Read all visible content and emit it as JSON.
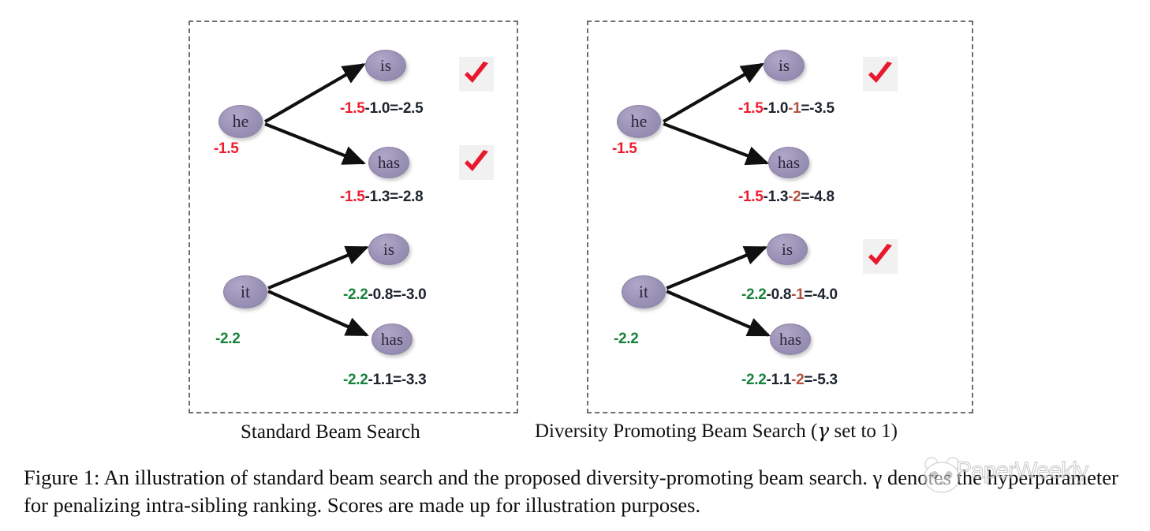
{
  "figure": {
    "caption_line1": "Figure 1: An illustration of standard beam search and the proposed diversity-promoting beam search. γ denotes the",
    "caption_line2": "hyperparameter for penalizing intra-sibling ranking. Scores are made up for illustration purposes."
  },
  "colors": {
    "node_fill": "#9a91b6",
    "node_text": "#2c2638",
    "score_default": "#1c2430",
    "score_red": "#ef1b2e",
    "score_green": "#17823c",
    "penalty": "#b4503c",
    "check": "#e8192c",
    "panel_border": "#6e6e6e"
  },
  "panels": [
    {
      "id": "standard",
      "caption": "Standard Beam Search",
      "trees": [
        {
          "root": {
            "label": "he",
            "score": "-1.5",
            "score_color": "red"
          },
          "children": [
            {
              "label": "is",
              "parts": [
                {
                  "text": "-1.5",
                  "color": "red"
                },
                {
                  "text": "-1.0=-2.5",
                  "color": "default"
                }
              ],
              "checked": true
            },
            {
              "label": "has",
              "parts": [
                {
                  "text": "-1.5",
                  "color": "red"
                },
                {
                  "text": "-1.3=-2.8",
                  "color": "default"
                }
              ],
              "checked": true
            }
          ]
        },
        {
          "root": {
            "label": "it",
            "score": "-2.2",
            "score_color": "green"
          },
          "children": [
            {
              "label": "is",
              "parts": [
                {
                  "text": "-2.2",
                  "color": "green"
                },
                {
                  "text": "-0.8=-3.0",
                  "color": "default"
                }
              ],
              "checked": false
            },
            {
              "label": "has",
              "parts": [
                {
                  "text": "-2.2",
                  "color": "green"
                },
                {
                  "text": "-1.1=-3.3",
                  "color": "default"
                }
              ],
              "checked": false
            }
          ]
        }
      ]
    },
    {
      "id": "diverse",
      "caption_prefix": "Diversity Promoting Beam Search (",
      "caption_gamma": "γ",
      "caption_suffix": " set to 1)",
      "trees": [
        {
          "root": {
            "label": "he",
            "score": "-1.5",
            "score_color": "red"
          },
          "children": [
            {
              "label": "is",
              "parts": [
                {
                  "text": "-1.5",
                  "color": "red"
                },
                {
                  "text": "-1.0",
                  "color": "default"
                },
                {
                  "text": "-1",
                  "color": "penalty"
                },
                {
                  "text": "=-3.5",
                  "color": "default"
                }
              ],
              "checked": true
            },
            {
              "label": "has",
              "parts": [
                {
                  "text": "-1.5",
                  "color": "red"
                },
                {
                  "text": "-1.3",
                  "color": "default"
                },
                {
                  "text": "-2",
                  "color": "penalty"
                },
                {
                  "text": "=-4.8",
                  "color": "default"
                }
              ],
              "checked": false
            }
          ]
        },
        {
          "root": {
            "label": "it",
            "score": "-2.2",
            "score_color": "green"
          },
          "children": [
            {
              "label": "is",
              "parts": [
                {
                  "text": "-2.2",
                  "color": "green"
                },
                {
                  "text": "-0.8",
                  "color": "default"
                },
                {
                  "text": "-1",
                  "color": "penalty"
                },
                {
                  "text": "=-4.0",
                  "color": "default"
                }
              ],
              "checked": true
            },
            {
              "label": "has",
              "parts": [
                {
                  "text": "-2.2",
                  "color": "green"
                },
                {
                  "text": "-1.1",
                  "color": "default"
                },
                {
                  "text": "-2",
                  "color": "penalty"
                },
                {
                  "text": "=-5.3",
                  "color": "default"
                }
              ],
              "checked": false
            }
          ]
        }
      ]
    }
  ],
  "watermark": {
    "text": "PaperWeekly",
    "logo": "panda-face-icon"
  }
}
